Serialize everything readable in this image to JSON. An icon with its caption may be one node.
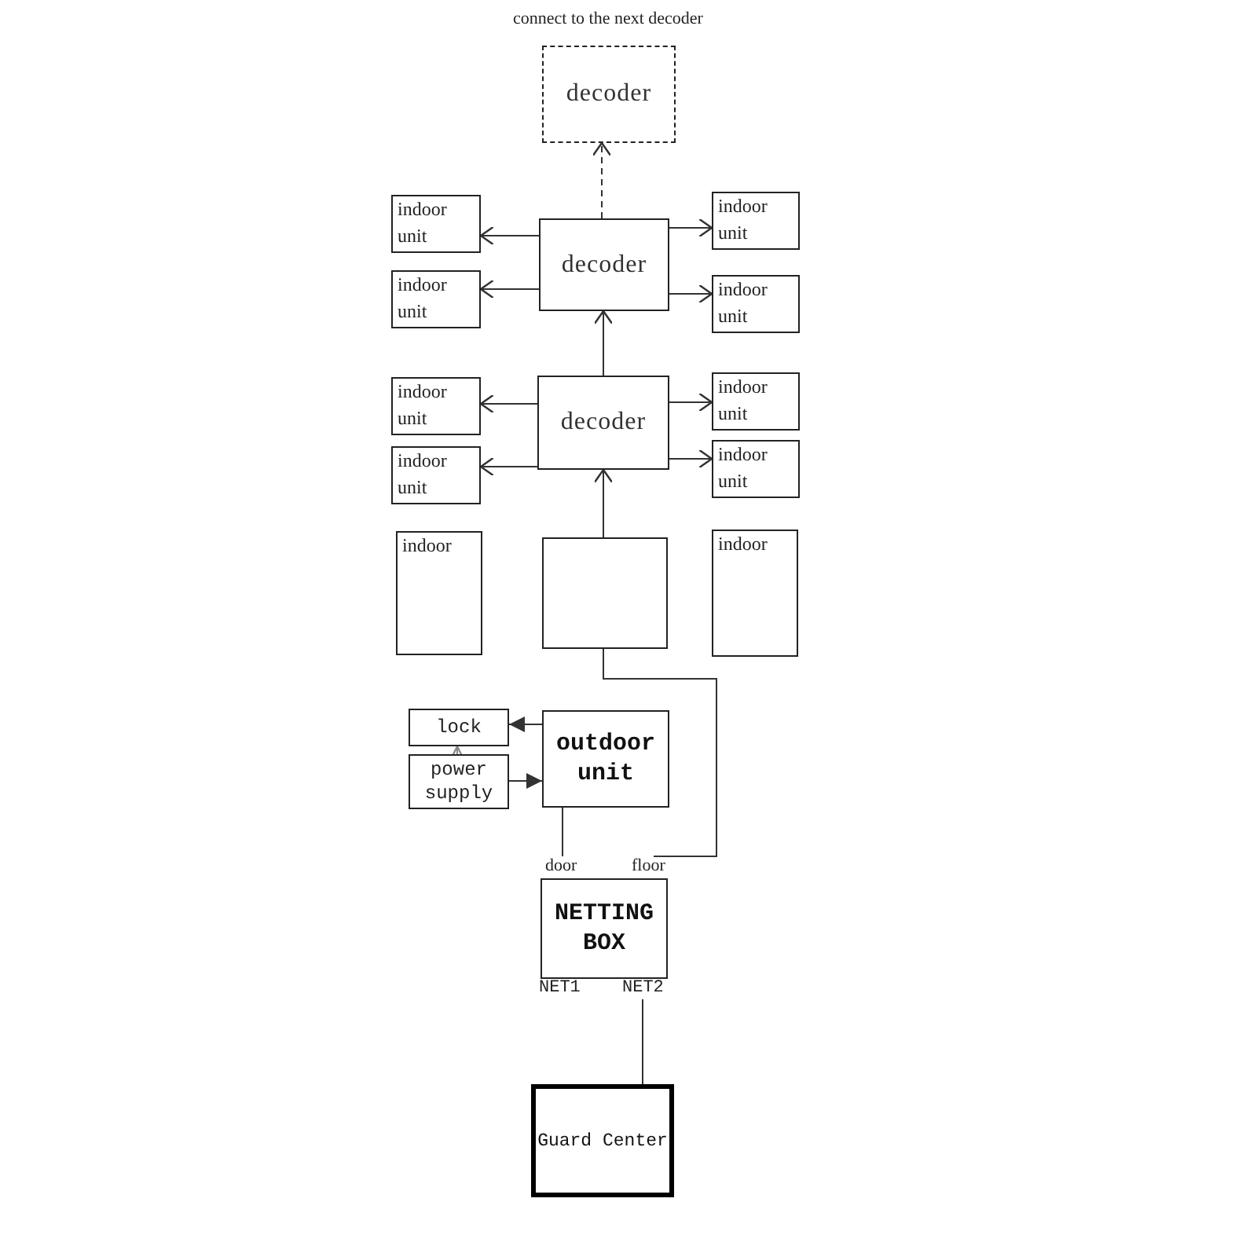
{
  "diagram": {
    "nodes": [
      {
        "text": [
          "decoder"
        ],
        "beside": [
          "connect to the next decoder"
        ]
      },
      {
        "text": [
          "indoor unit"
        ]
      },
      {
        "text": [
          "decoder"
        ]
      },
      {
        "text": [
          "indoor unit"
        ]
      },
      {
        "text": [
          "indoor unit"
        ]
      },
      {
        "text": [
          "indoor unit"
        ]
      },
      {
        "text": [
          "indoor unit"
        ]
      },
      {
        "text": [
          "decoder"
        ]
      },
      {
        "text": [
          "indoor unit"
        ]
      },
      {
        "text": [
          "indoor unit"
        ]
      },
      {
        "text": [
          "indoor unit"
        ]
      },
      {
        "text": [
          "indoor"
        ]
      },
      {
        "text": [],
        "shape": "box"
      },
      {
        "text": [
          "indoor"
        ]
      },
      {
        "text": [
          "lock"
        ]
      },
      {
        "text": [
          "outdoor unit"
        ]
      },
      {
        "text": [
          "power supply"
        ]
      },
      {
        "text": [
          "door"
        ]
      },
      {
        "text": [
          "floor"
        ]
      },
      {
        "text": [
          "NETTING BOX"
        ],
        "beside": [
          "NET1"
        ]
      },
      {
        "text": [
          "NET2"
        ]
      },
      {
        "text": [
          "Guard Center"
        ]
      }
    ],
    "edges": [
      {
        "from": 2,
        "to": 0,
        "arrow": "to",
        "style": "dashed"
      },
      {
        "from": 2,
        "to": 1,
        "arrow": "to"
      },
      {
        "from": 2,
        "to": 4,
        "arrow": "to"
      },
      {
        "from": 2,
        "to": 3,
        "arrow": "to"
      },
      {
        "from": 2,
        "to": 5,
        "arrow": "to"
      },
      {
        "from": 7,
        "to": 2,
        "arrow": "to"
      },
      {
        "from": 7,
        "to": 6,
        "arrow": "to"
      },
      {
        "from": 7,
        "to": 9,
        "arrow": "to"
      },
      {
        "from": 7,
        "to": 8,
        "arrow": "to"
      },
      {
        "from": 7,
        "to": 10,
        "arrow": "to"
      },
      {
        "from": 12,
        "to": 7,
        "arrow": "to"
      },
      {
        "from": 18,
        "to": 12,
        "arrow": "none"
      },
      {
        "from": 15,
        "to": 14,
        "arrow": "to"
      },
      {
        "from": 16,
        "to": 15,
        "arrow": "to"
      },
      {
        "from": 16,
        "to": 14,
        "arrow": "to",
        "color": "#888888"
      },
      {
        "from": 15,
        "to": 17,
        "arrow": "none"
      },
      {
        "from": 20,
        "to": 21,
        "arrow": "none"
      }
    ]
  }
}
